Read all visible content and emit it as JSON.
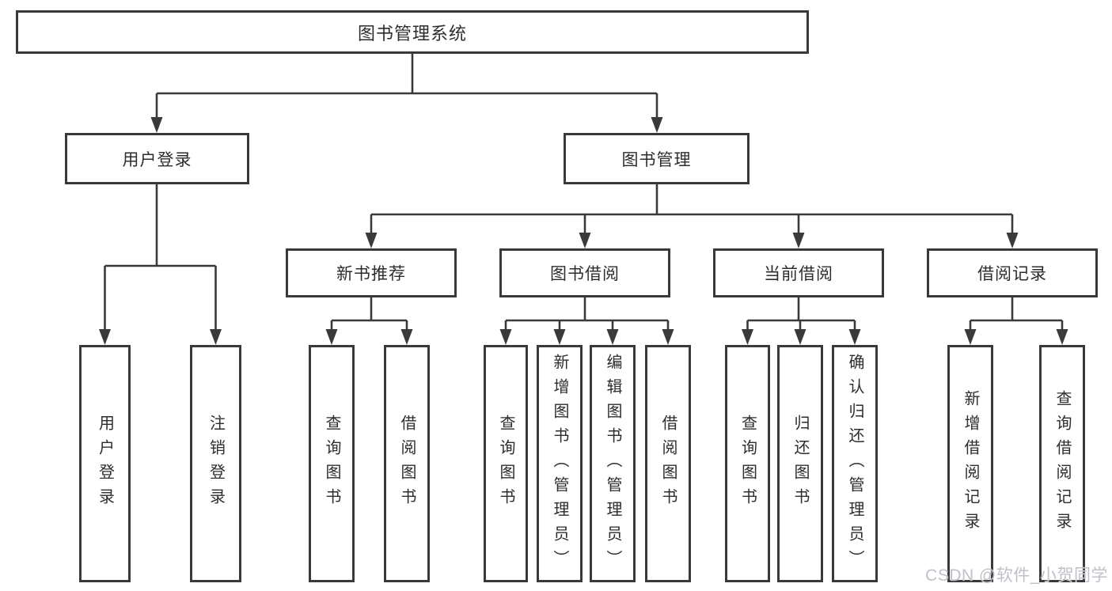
{
  "diagram": {
    "root": {
      "label": "图书管理系统"
    },
    "branches": [
      {
        "label": "用户登录",
        "children": [
          {
            "label": "用户登录"
          },
          {
            "label": "注销登录"
          }
        ]
      },
      {
        "label": "图书管理",
        "children": [
          {
            "label": "新书推荐",
            "children": [
              {
                "label": "查询图书"
              },
              {
                "label": "借阅图书"
              }
            ]
          },
          {
            "label": "图书借阅",
            "children": [
              {
                "label": "查询图书"
              },
              {
                "label": "新增图书（管理员）"
              },
              {
                "label": "编辑图书（管理员）"
              },
              {
                "label": "借阅图书"
              }
            ]
          },
          {
            "label": "当前借阅",
            "children": [
              {
                "label": "查询图书"
              },
              {
                "label": "归还图书"
              },
              {
                "label": "确认归还（管理员）"
              }
            ]
          },
          {
            "label": "借阅记录",
            "children": [
              {
                "label": "新增借阅记录"
              },
              {
                "label": "查询借阅记录"
              }
            ]
          }
        ]
      }
    ]
  },
  "watermark": {
    "text": "CSDN @软件_小贺同学"
  },
  "colors": {
    "line": "#3a3a3a",
    "border": "#3a3a3a",
    "text": "#2d2d2d",
    "watermark": "#bfc1c9",
    "background": "#ffffff"
  }
}
